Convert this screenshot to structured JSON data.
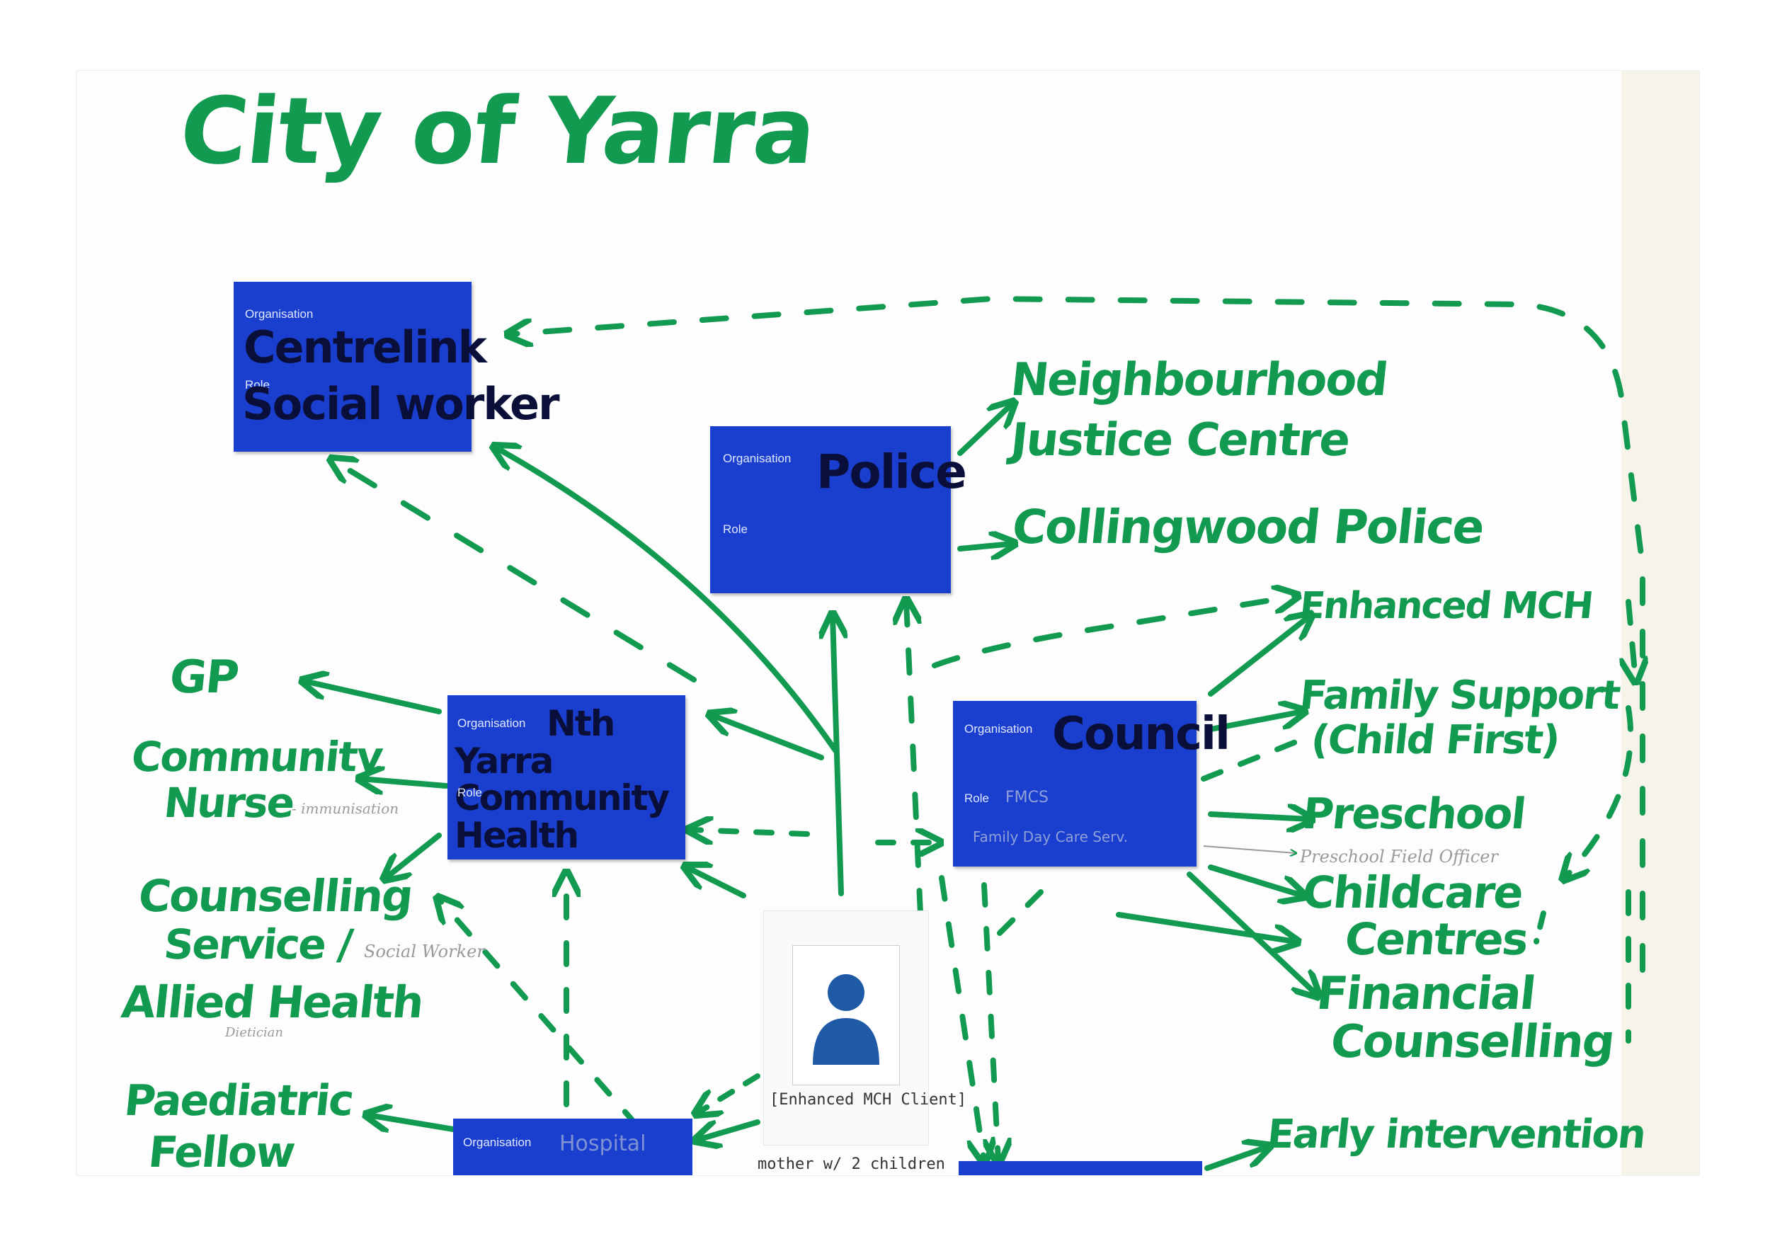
{
  "title": "City of Yarra",
  "labels": {
    "organisation": "Organisation",
    "role": "Role"
  },
  "cards": {
    "centrelink": {
      "organisation": "Centrelink",
      "role": "Social worker"
    },
    "police": {
      "organisation": "Police",
      "role": ""
    },
    "community_health": {
      "organisation": "Nth Yarra Community Health",
      "role": ""
    },
    "council": {
      "organisation": "Council",
      "role": "FMCS",
      "role_extra": "Family Day Care Serv."
    },
    "hospital": {
      "organisation": "Hospital"
    }
  },
  "client": {
    "label": "[Enhanced MCH Client]",
    "below": "mother w/ 2 children"
  },
  "services_right": {
    "neighbourhood": [
      "Neighbourhood",
      "Justice Centre"
    ],
    "collingwood": "Collingwood Police",
    "enhanced_mch": "Enhanced MCH",
    "family_support": [
      "Family Support",
      "(Child First)"
    ],
    "preschool": "Preschool",
    "preschool_note": "Preschool Field Officer",
    "childcare": [
      "Childcare",
      "Centres"
    ],
    "financial": [
      "Financial",
      "Counselling"
    ],
    "early_intervention": "Early intervention"
  },
  "services_left": {
    "gp": "GP",
    "community_nurse": [
      "Community",
      "Nurse"
    ],
    "nurse_note": "- immunisation",
    "counselling": [
      "Counselling",
      "Service /"
    ],
    "counselling_note": "Social Worker",
    "allied": "Allied Health",
    "allied_note": "Dietician",
    "paediatric": [
      "Paediatric",
      "Fellow"
    ]
  },
  "colors": {
    "marker_green": "#119a50",
    "card_blue": "#1a3fcf",
    "card_ink": "#0a0f3a"
  }
}
